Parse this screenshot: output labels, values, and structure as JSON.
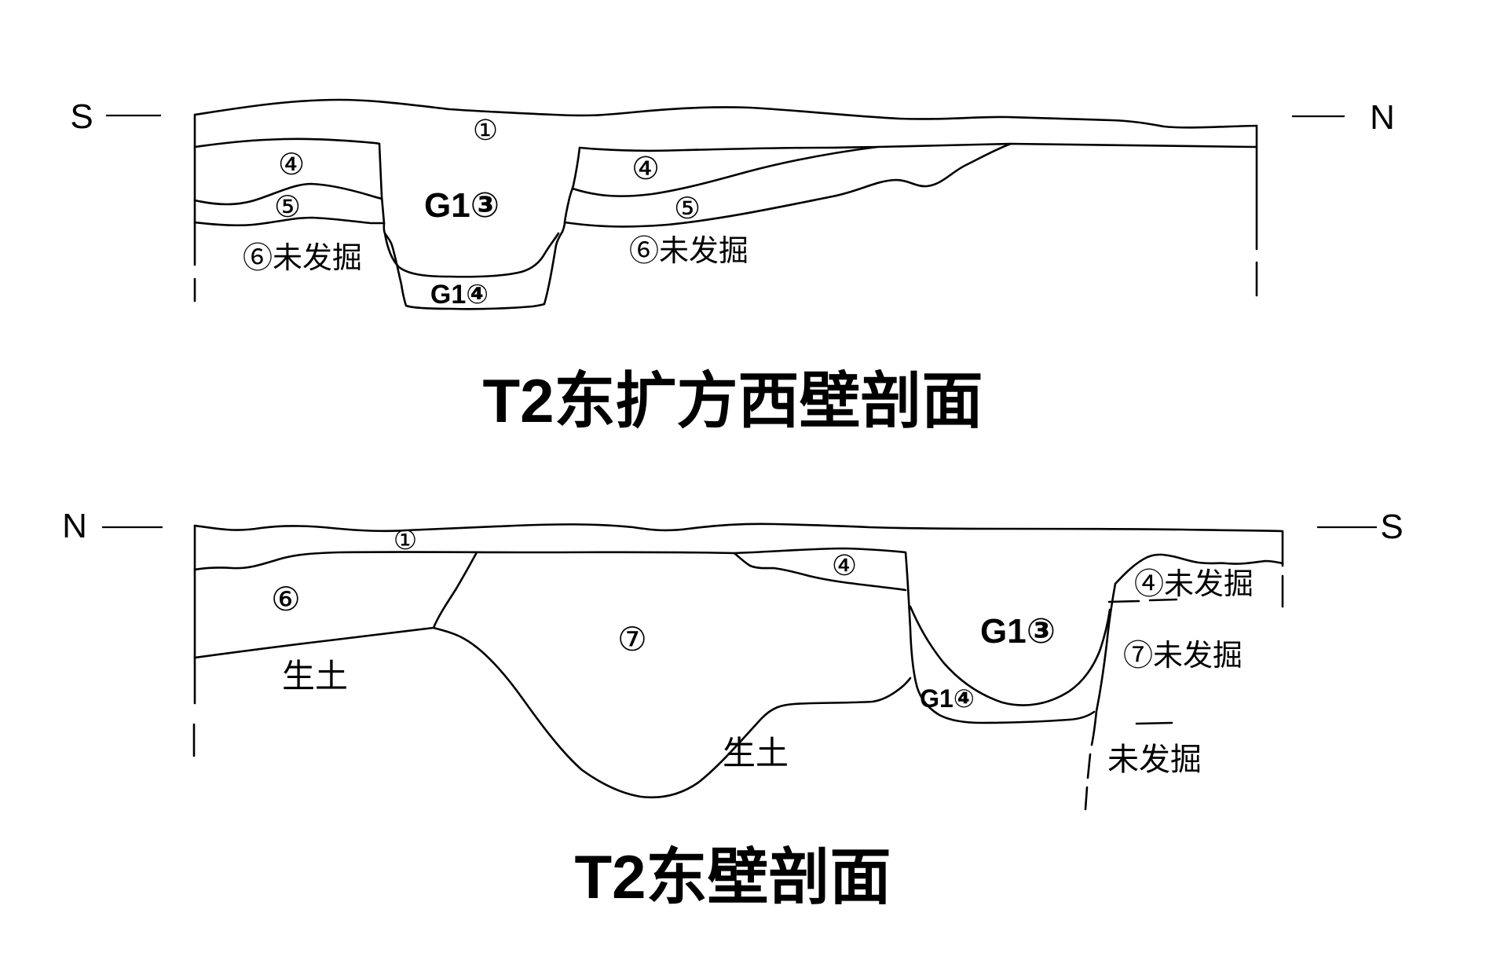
{
  "figure": {
    "background_color": "#ffffff",
    "line_color": "#000000",
    "description_note": ""
  },
  "top_section": {
    "title": "T2东扩方西壁剖面",
    "compass_left": "S",
    "compass_right": "N",
    "labels": {
      "layer1": "①",
      "layer4_left": "④",
      "layer5_left": "⑤",
      "unexcavated6_left": "⑥未发掘",
      "layer4_right": "④",
      "layer5_right": "⑤",
      "unexcavated6_right": "⑥未发掘",
      "ditch_g1_layer3": "G1③",
      "ditch_g1_layer4": "G1④"
    }
  },
  "bottom_section": {
    "title": "T2东壁剖面",
    "compass_left": "N",
    "compass_right": "S",
    "labels": {
      "layer1": "①",
      "layer6": "⑥",
      "layer4": "④",
      "layer7": "⑦",
      "sterile_soil_left": "生土",
      "sterile_soil_right": "生土",
      "ditch_g1_layer3": "G1③",
      "ditch_g1_layer4": "G1④",
      "unexcavated_layer4": "④未发掘",
      "unexcavated_layer7": "⑦未发掘",
      "unexcavated": "未发掘"
    }
  }
}
